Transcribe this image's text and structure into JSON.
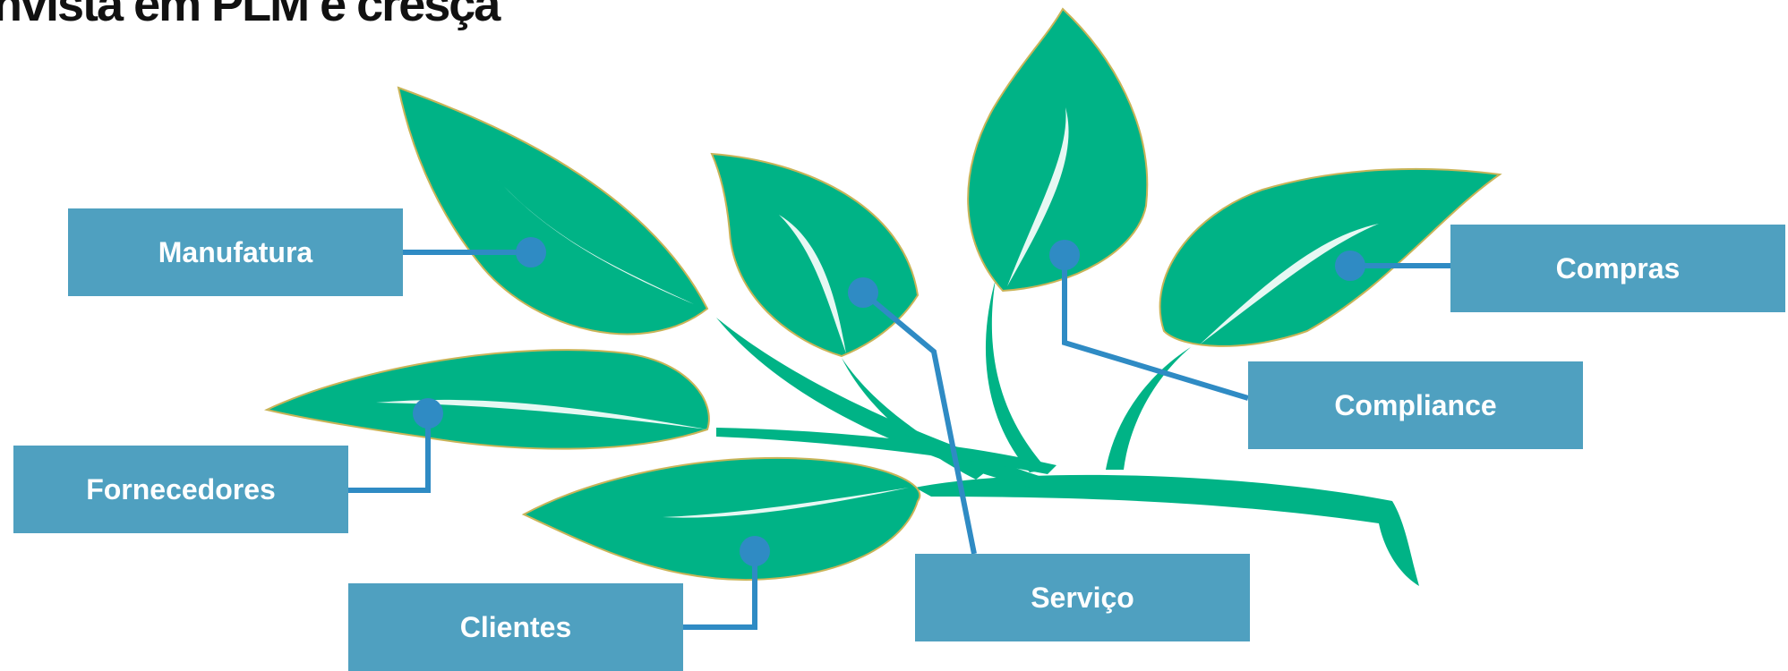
{
  "title": "nvista em PLM e cresça",
  "labels": {
    "manufatura": "Manufatura",
    "compras": "Compras",
    "compliance": "Compliance",
    "fornecedores": "Fornecedores",
    "servico": "Serviço",
    "clientes": "Clientes"
  },
  "colors": {
    "leaf": "#00b386",
    "leaf_outline": "#c9b458",
    "box": "#4fa0c0",
    "connector": "#2f8bc4",
    "box_text": "#ffffff"
  }
}
